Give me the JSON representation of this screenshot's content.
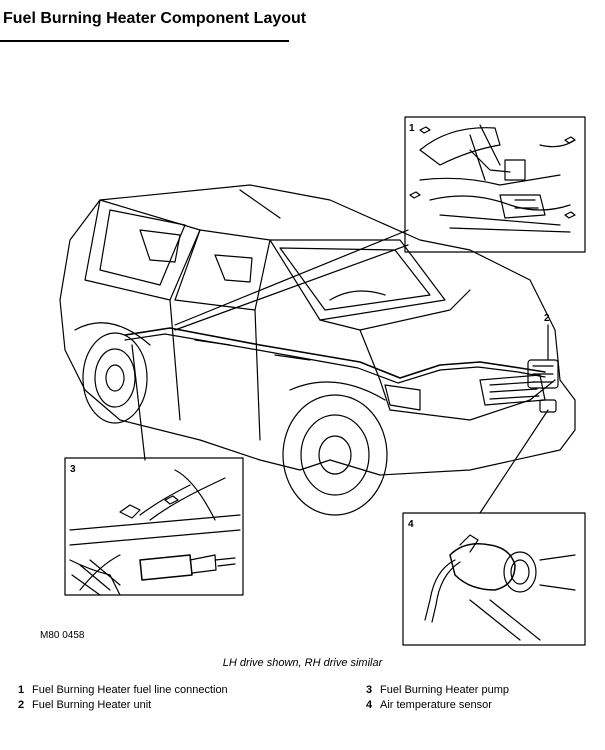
{
  "header": {
    "title": "Fuel Burning Heater Component Layout"
  },
  "figure": {
    "code": "M80 0458",
    "caption": "LH drive shown, RH drive similar",
    "callouts": [
      "1",
      "2",
      "3",
      "4"
    ]
  },
  "legend": [
    {
      "num": "1",
      "text": "Fuel Burning Heater fuel line connection"
    },
    {
      "num": "2",
      "text": "Fuel Burning Heater unit"
    },
    {
      "num": "3",
      "text": "Fuel Burning Heater pump"
    },
    {
      "num": "4",
      "text": "Air temperature sensor"
    }
  ]
}
